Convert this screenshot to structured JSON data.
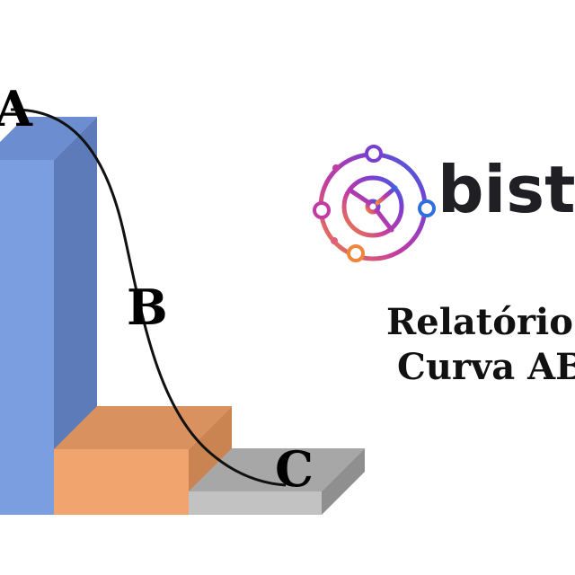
{
  "labels": {
    "a": "A",
    "b": "B",
    "c": "C"
  },
  "brand": {
    "name": "bist",
    "icon": "bistro-logo-icon"
  },
  "report": {
    "line1": "Relatório",
    "line2": "Curva AB"
  },
  "colors": {
    "bar_a_front": "#7a9ee0",
    "bar_a_side": "#5d7bb8",
    "bar_a_top": "#6c8dcf",
    "bar_b_front": "#f1a46d",
    "bar_b_side": "#c98451",
    "bar_b_top": "#d99160",
    "bar_c_front": "#c2c2c2",
    "bar_c_side": "#8f8f8f",
    "bar_c_top": "#a7a7a7",
    "curve": "#111111",
    "logo_orange": "#f0863c",
    "logo_magenta": "#c23ba3",
    "logo_purple": "#7b3fd0",
    "logo_blue": "#2f6fe0",
    "text": "#111111"
  }
}
